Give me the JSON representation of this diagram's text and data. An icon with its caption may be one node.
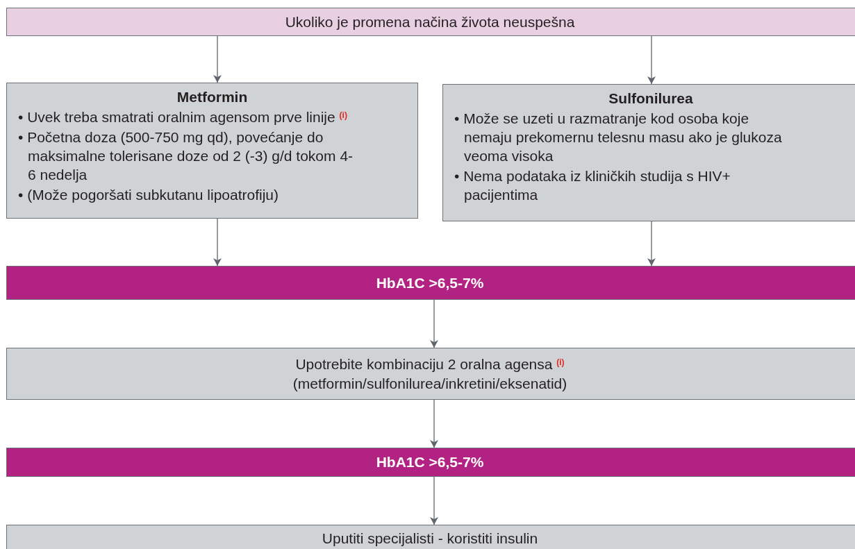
{
  "diagram": {
    "nodes": [
      {
        "text": [
          "Ukoliko je promena načina života neuspešna"
        ]
      },
      {
        "text": [
          "Metformin",
          "• Uvek treba smatrati oralnim agensom prve linije $^{(i)}$",
          "• Početna doza (500-750 mg qd), povećanje do maksimalne tolerisane doze od 2 (-3) g/d tokom 4-6 nedelja",
          "• (Može pogoršati subkutanu lipoatrofiju)"
        ]
      },
      {
        "text": [
          "Sulfonilurea",
          "• Može se uzeti u razmatranje kod osoba koje nemaju prekomernu telesnu masu ako je glukoza veoma visoka",
          "• Nema podataka iz kliničkih studija s HIV+ pacijentima"
        ]
      },
      {
        "text": [
          "HbA1C >6,5-7%"
        ]
      },
      {
        "text": [
          "Upotrebite kombinaciju 2 oralna agensa $^{(i)}$",
          "(metformin/sulfonilurea/inkretini/eksenatid)"
        ]
      },
      {
        "text": [
          "HbA1C >6,5-7%"
        ]
      },
      {
        "text": [
          "Uputiti specijalisti - koristiti insulin"
        ]
      }
    ],
    "edges": [
      {
        "from": 0,
        "to": 1,
        "arrow": "to"
      },
      {
        "from": 0,
        "to": 2,
        "arrow": "to"
      },
      {
        "from": 1,
        "to": 3,
        "arrow": "to"
      },
      {
        "from": 2,
        "to": 3,
        "arrow": "to"
      },
      {
        "from": 3,
        "to": 4,
        "arrow": "to"
      },
      {
        "from": 4,
        "to": 5,
        "arrow": "to"
      },
      {
        "from": 5,
        "to": 6,
        "arrow": "to"
      }
    ]
  }
}
